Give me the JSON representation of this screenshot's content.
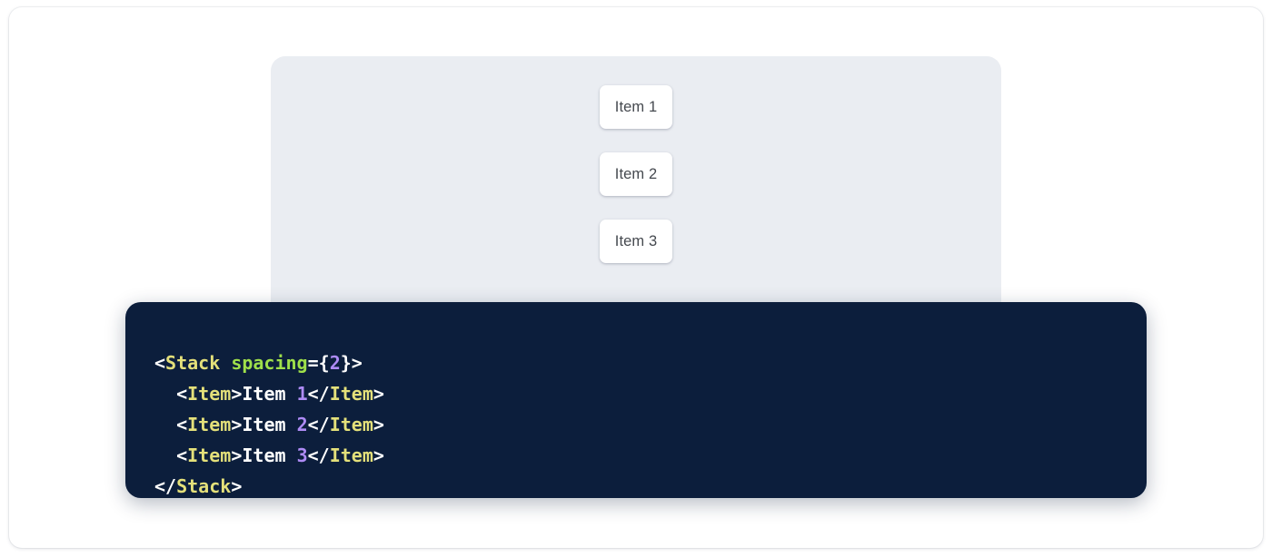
{
  "preview": {
    "panel_name": "component-preview",
    "background_color": "#eaedf2",
    "items": [
      {
        "label": "Item 1"
      },
      {
        "label": "Item 2"
      },
      {
        "label": "Item 3"
      }
    ]
  },
  "code": {
    "language": "jsx",
    "background_color": "#0c1e3c",
    "colors": {
      "tag": "#e4e07a",
      "attribute": "#9fe04a",
      "number": "#ae8bf5",
      "punctuation": "#ffffff",
      "text": "#ffffff"
    },
    "lines": [
      {
        "indent": "",
        "tokens": [
          {
            "t": "punct",
            "v": "<"
          },
          {
            "t": "tag",
            "v": "Stack"
          },
          {
            "t": "text",
            "v": " "
          },
          {
            "t": "attr",
            "v": "spacing"
          },
          {
            "t": "punct",
            "v": "={"
          },
          {
            "t": "num",
            "v": "2"
          },
          {
            "t": "punct",
            "v": "}>"
          }
        ]
      },
      {
        "indent": "  ",
        "tokens": [
          {
            "t": "punct",
            "v": "<"
          },
          {
            "t": "tag",
            "v": "Item"
          },
          {
            "t": "punct",
            "v": ">"
          },
          {
            "t": "text",
            "v": "Item "
          },
          {
            "t": "num",
            "v": "1"
          },
          {
            "t": "punct",
            "v": "</"
          },
          {
            "t": "tag",
            "v": "Item"
          },
          {
            "t": "punct",
            "v": ">"
          }
        ]
      },
      {
        "indent": "  ",
        "tokens": [
          {
            "t": "punct",
            "v": "<"
          },
          {
            "t": "tag",
            "v": "Item"
          },
          {
            "t": "punct",
            "v": ">"
          },
          {
            "t": "text",
            "v": "Item "
          },
          {
            "t": "num",
            "v": "2"
          },
          {
            "t": "punct",
            "v": "</"
          },
          {
            "t": "tag",
            "v": "Item"
          },
          {
            "t": "punct",
            "v": ">"
          }
        ]
      },
      {
        "indent": "  ",
        "tokens": [
          {
            "t": "punct",
            "v": "<"
          },
          {
            "t": "tag",
            "v": "Item"
          },
          {
            "t": "punct",
            "v": ">"
          },
          {
            "t": "text",
            "v": "Item "
          },
          {
            "t": "num",
            "v": "3"
          },
          {
            "t": "punct",
            "v": "</"
          },
          {
            "t": "tag",
            "v": "Item"
          },
          {
            "t": "punct",
            "v": ">"
          }
        ]
      },
      {
        "indent": "",
        "tokens": [
          {
            "t": "punct",
            "v": "</"
          },
          {
            "t": "tag",
            "v": "Stack"
          },
          {
            "t": "punct",
            "v": ">"
          }
        ]
      }
    ]
  }
}
